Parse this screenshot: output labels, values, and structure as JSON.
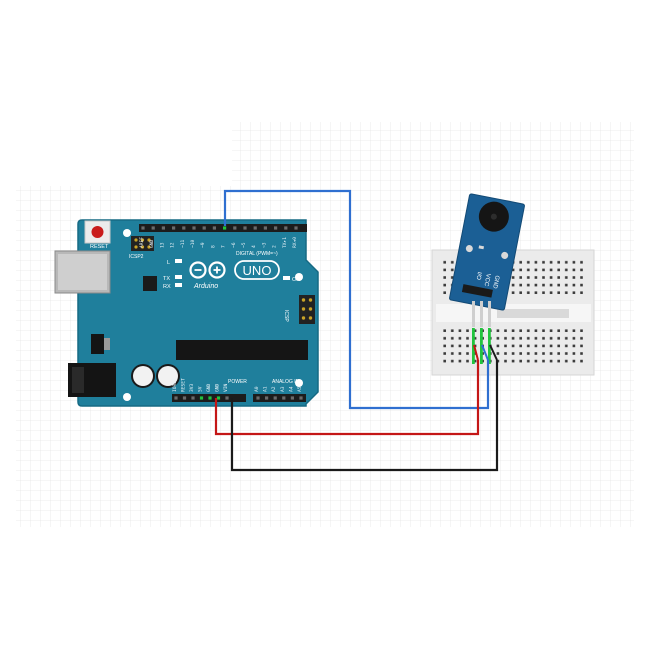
{
  "board": {
    "reset_label": "RESET",
    "icsp2_label": "ICSP2",
    "icsp_label": "ICSP",
    "brand": "Arduino",
    "model": "UNO",
    "digital_label": "DIGITAL (PWM=~)",
    "power_label": "POWER",
    "analog_label": "ANALOG IN",
    "led_l": "L",
    "led_tx": "TX",
    "led_rx": "RX",
    "led_on": "ON",
    "digital_pins": [
      "AREF",
      "GND",
      "13",
      "12",
      "~11",
      "~10",
      "~9",
      "8",
      "7",
      "~6",
      "~5",
      "4",
      "~3",
      "2",
      "TX▸1",
      "RX◂0"
    ],
    "power_pins": [
      "IOREF",
      "RESET",
      "3V3",
      "5V",
      "GND",
      "GND",
      "VIN"
    ],
    "analog_pins": [
      "A0",
      "A1",
      "A2",
      "A3",
      "A4",
      "A5"
    ]
  },
  "module": {
    "pins": [
      "I/O",
      "VCC",
      "GND"
    ]
  },
  "colors": {
    "board": "#1f7f9c",
    "board_edge": "#166a84",
    "module": "#1b5f95",
    "signal_wire": "#2f6fd0",
    "power_wire": "#c41616",
    "ground_wire": "#1a1a1a",
    "breadboard": "#ebebeb",
    "grid": "#e4e4e4"
  }
}
